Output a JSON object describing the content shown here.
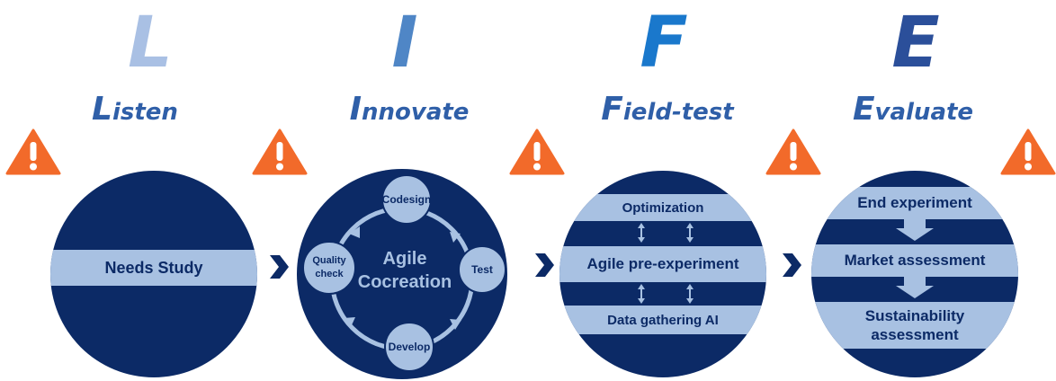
{
  "letters": [
    "L",
    "I",
    "F",
    "E"
  ],
  "phases": [
    {
      "initial": "L",
      "rest": "isten"
    },
    {
      "initial": "I",
      "rest": "nnovate"
    },
    {
      "initial": "F",
      "rest": "ield-test"
    },
    {
      "initial": "E",
      "rest": "valuate"
    }
  ],
  "listen": {
    "band": "Needs Study"
  },
  "innovate": {
    "center_line1": "Agile",
    "center_line2": "Cocreation",
    "codesign": "Codesign",
    "test": "Test",
    "develop": "Develop",
    "quality_line1": "Quality",
    "quality_line2": "check"
  },
  "field_test": {
    "band1": "Optimization",
    "band2": "Agile pre-experiment",
    "band3": "Data gathering AI"
  },
  "evaluate": {
    "band1": "End experiment",
    "band2": "Market assessment",
    "band3_line1": "Sustainability",
    "band3_line2": "assessment"
  },
  "colors": {
    "navy": "#0c2a66",
    "band": "#a8c1e2",
    "title_blue": "#2f5fa8",
    "letter_L": "#a9c0e4",
    "letter_I": "#4f86c6",
    "letter_F": "#1a78cc",
    "letter_E": "#2b4f9a",
    "warning_orange": "#f26a2a"
  },
  "icons": [
    "warning-icon",
    "chevron-right-icon",
    "down-arrow-icon",
    "double-arrow-icon",
    "cycle-arrow-icon"
  ]
}
